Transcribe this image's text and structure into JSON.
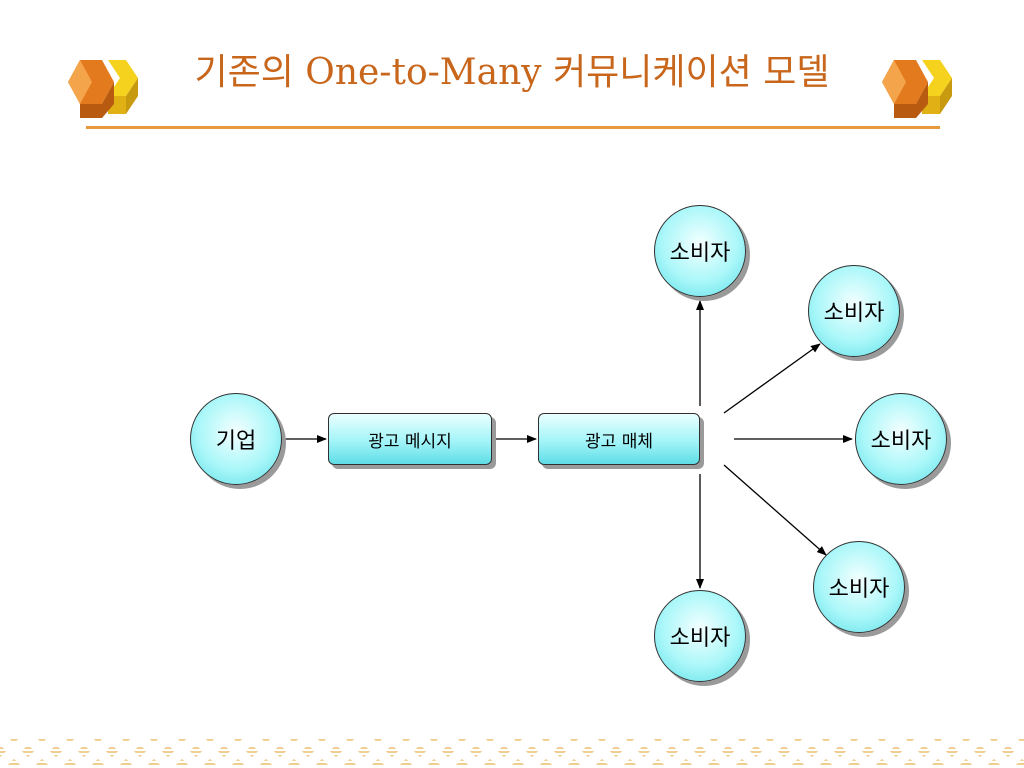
{
  "slide": {
    "title": "기존의 One-to-Many 커뮤니케이션 모델"
  },
  "diagram": {
    "source": "기업",
    "message": "광고 메시지",
    "medium": "광고 매체",
    "consumers": [
      "소비자",
      "소비자",
      "소비자",
      "소비자",
      "소비자"
    ]
  },
  "theme": {
    "title_color": "#c8661c",
    "rule_color": "#e69a3c",
    "node_fill": "#aaf7f9",
    "node_border": "#303030",
    "arrow_color": "#000000",
    "band_color": "#f1cf93"
  },
  "decorations": {
    "title_icon": "orange-cube-icon",
    "footer_pattern": "diamond-band"
  }
}
